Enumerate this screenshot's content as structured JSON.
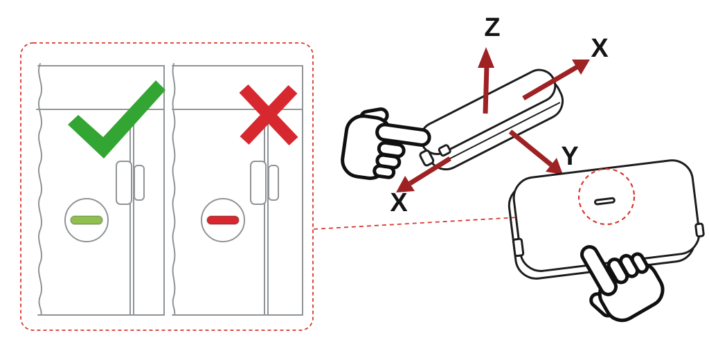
{
  "figure": {
    "axis_labels": {
      "z": "Z",
      "x_upper": "X",
      "y": "Y",
      "x_lower": "X"
    }
  },
  "icons": {
    "check_icon": "✓",
    "cross_icon": "✗",
    "pointing_hand_icon": "☞"
  },
  "colors": {
    "check_green": "#33a532",
    "indicator_green": "#8fbf4d",
    "cross_red": "#d7282f",
    "indicator_red": "#d7282f",
    "arrow_red": "#9e2123",
    "dashed_red": "#d9342b"
  }
}
